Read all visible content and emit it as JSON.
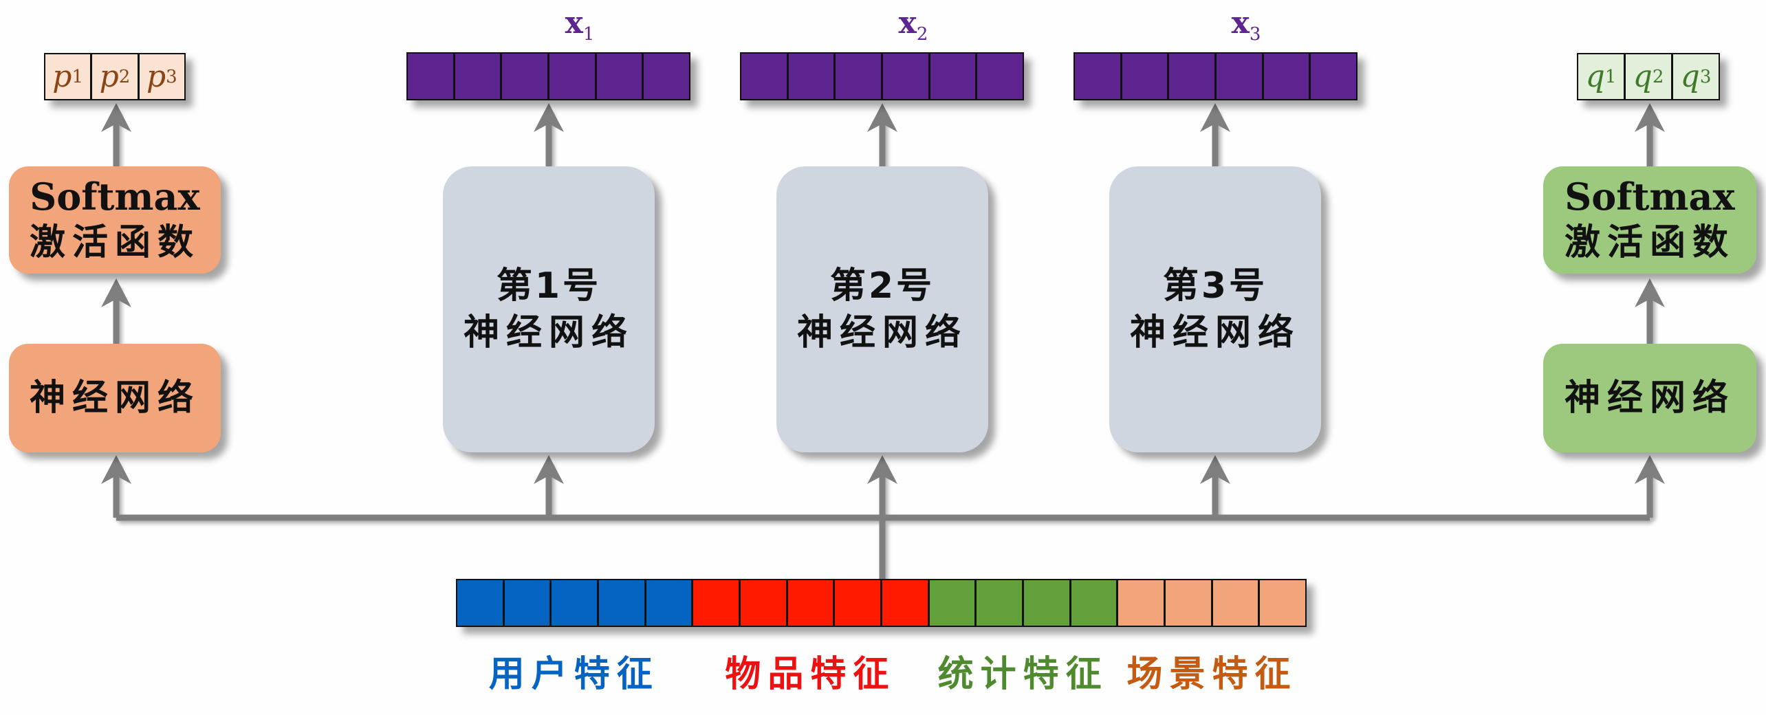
{
  "colors": {
    "orange_box": "#f2a57a",
    "green_box": "#9dc97f",
    "gray_box": "#cfd6e0",
    "purple": "#5e2490",
    "p_cell": "#fbe3d3",
    "p_text": "#8a4516",
    "q_cell": "#e2efda",
    "q_text": "#3e7a2a",
    "arrow": "#7f7f7f",
    "user": "#0563c1",
    "item": "#ff1a00",
    "stat": "#62a03c",
    "scene": "#f2a57a",
    "user_text": "#0563c1",
    "item_text": "#ee1111",
    "stat_text": "#4f8a2e",
    "scene_text": "#c55a11"
  },
  "left_branch": {
    "outputs": [
      {
        "base": "p",
        "sub": "1"
      },
      {
        "base": "p",
        "sub": "2"
      },
      {
        "base": "p",
        "sub": "3"
      }
    ],
    "softmax_title": "Softmax",
    "softmax_subtitle": "激活函数",
    "nn_label": "神经网络"
  },
  "right_branch": {
    "outputs": [
      {
        "base": "q",
        "sub": "1"
      },
      {
        "base": "q",
        "sub": "2"
      },
      {
        "base": "q",
        "sub": "3"
      }
    ],
    "softmax_title": "Softmax",
    "softmax_subtitle": "激活函数",
    "nn_label": "神经网络"
  },
  "experts": [
    {
      "line1": "第1号",
      "line2": "神经网络",
      "vector_label": "x",
      "vector_sub": "1",
      "vector_cells": 6
    },
    {
      "line1": "第2号",
      "line2": "神经网络",
      "vector_label": "x",
      "vector_sub": "2",
      "vector_cells": 6
    },
    {
      "line1": "第3号",
      "line2": "神经网络",
      "vector_label": "x",
      "vector_sub": "3",
      "vector_cells": 6
    }
  ],
  "features": [
    {
      "label": "用户特征",
      "cells": 5,
      "color_key": "user"
    },
    {
      "label": "物品特征",
      "cells": 5,
      "color_key": "item"
    },
    {
      "label": "统计特征",
      "cells": 4,
      "color_key": "stat"
    },
    {
      "label": "场景特征",
      "cells": 4,
      "color_key": "scene"
    }
  ]
}
